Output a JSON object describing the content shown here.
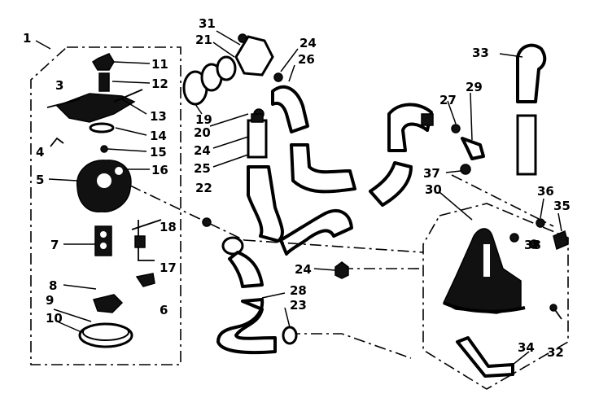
{
  "callouts": {
    "c1": "1",
    "c3": "3",
    "c4": "4",
    "c5": "5",
    "c6": "6",
    "c7": "7",
    "c8": "8",
    "c9": "9",
    "c10": "10",
    "c11": "11",
    "c12": "12",
    "c13": "13",
    "c14": "14",
    "c15": "15",
    "c16": "16",
    "c17": "17",
    "c18": "18",
    "c19": "19",
    "c20": "20",
    "c21": "21",
    "c22": "22",
    "c23": "23",
    "c24a": "24",
    "c24b": "24",
    "c24c": "24",
    "c25": "25",
    "c26": "26",
    "c27": "27",
    "c28": "28",
    "c29": "29",
    "c30": "30",
    "c31": "31",
    "c32": "32",
    "c33": "33",
    "c34": "34",
    "c35": "35",
    "c36": "36",
    "c37": "37",
    "c38": "38"
  }
}
